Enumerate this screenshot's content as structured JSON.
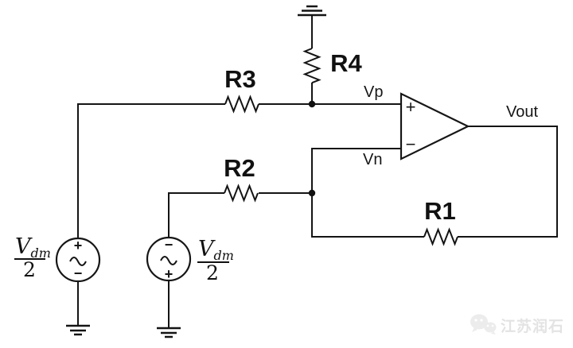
{
  "diagram": {
    "background": "#ffffff",
    "line_color": "#141414"
  },
  "components": {
    "r1": {
      "label": "R1"
    },
    "r2": {
      "label": "R2"
    },
    "r3": {
      "label": "R3"
    },
    "r4": {
      "label": "R4"
    },
    "opamp": {
      "plus_input": "+",
      "minus_input": "−"
    },
    "source1": {
      "top_polarity": "+",
      "bottom_polarity": "−",
      "value_numerator": "V",
      "value_subscript": "dm",
      "value_denominator": "2"
    },
    "source2": {
      "top_polarity": "−",
      "bottom_polarity": "+",
      "value_numerator": "V",
      "value_subscript": "dm",
      "value_denominator": "2"
    }
  },
  "nets": {
    "vp": "Vp",
    "vn": "Vn",
    "vout": "Vout"
  },
  "watermark": {
    "text": "江苏润石",
    "icon": "wechat-icon",
    "color": "#e3e3e3"
  }
}
